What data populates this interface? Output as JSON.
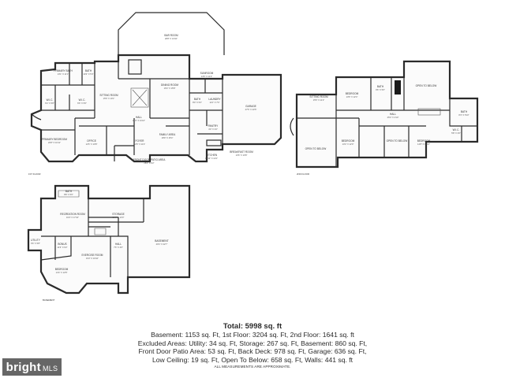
{
  "floors": {
    "first": {
      "label": "1ST FLOOR",
      "rooms": [
        {
          "name": "BAR ROOM",
          "dims": "28'8\" X 13'10\""
        },
        {
          "name": "PRIMARY BATH",
          "dims": "13'1\" X 11'1\""
        },
        {
          "name": "BATH",
          "dims": "10'2\" X 5'4\""
        },
        {
          "name": "W.I.C.",
          "dims": "6'4\" X 5'8\""
        },
        {
          "name": "W.I.C.",
          "dims": "6'6\" X 5'6\""
        },
        {
          "name": "SITTING ROOM",
          "dims": "15'6\" X 10'1\""
        },
        {
          "name": "DINING ROOM",
          "dims": "16'4\" X 15'8\""
        },
        {
          "name": "SUNROOM",
          "dims": "14'5\" X 11'4\""
        },
        {
          "name": "BATH",
          "dims": "8'0\" X 5'2\""
        },
        {
          "name": "LAUNDRY",
          "dims": "11'2\" X 7'0\""
        },
        {
          "name": "GARAGE",
          "dims": "27'6\" X 23'5\""
        },
        {
          "name": "HALL",
          "dims": "21'6\" X 11'10\""
        },
        {
          "name": "PRIMARY BEDROOM",
          "dims": "20'8\" X 16'11\""
        },
        {
          "name": "OFFICE",
          "dims": "12'6\" X 10'8\""
        },
        {
          "name": "FOYER",
          "dims": "12'6\" X 11'4\""
        },
        {
          "name": "FAMILY AREA",
          "dims": "18'9\" X 15'4\""
        },
        {
          "name": "PANTRY",
          "dims": "4'0\" X 3'2\""
        },
        {
          "name": "BREAKFAST ROOM",
          "dims": "13'6\" X 10'8\""
        },
        {
          "name": "KITCHEN",
          "dims": "17'10\" X 14'2\""
        },
        {
          "name": "FRONT DOOR PATIO AREA",
          "dims": "28'4\" X 9'2\""
        }
      ]
    },
    "second": {
      "label": "2ND FLOOR",
      "rooms": [
        {
          "name": "BEDROOM",
          "dims": "13'6\" X 12'4\""
        },
        {
          "name": "BATH",
          "dims": "9'6\" X 5'0\""
        },
        {
          "name": "OPEN TO BELOW",
          "dims": ""
        },
        {
          "name": "SITTING ROOM",
          "dims": "15'6\" X 11'2\""
        },
        {
          "name": "HALL",
          "dims": "25'4\" X 4'10\""
        },
        {
          "name": "BATH",
          "dims": "8'4\" X 5'10\""
        },
        {
          "name": "W.I.C.",
          "dims": "5'8\" X 3'6\""
        },
        {
          "name": "OPEN TO BELOW",
          "dims": ""
        },
        {
          "name": "BEDROOM",
          "dims": "13'4\" X 12'9\""
        },
        {
          "name": "OPEN TO BELOW",
          "dims": ""
        },
        {
          "name": "BEDROOM",
          "dims": "14'8\" X 11'10\""
        }
      ]
    },
    "basement": {
      "label": "BASEMENT",
      "rooms": [
        {
          "name": "BATH",
          "dims": "8'8\" X 5'0\""
        },
        {
          "name": "RECREATION ROOM",
          "dims": "19'4\" X 17'10\""
        },
        {
          "name": "STORAGE",
          "dims": "20'7\" X 13'0\""
        },
        {
          "name": "UTILITY",
          "dims": "6'6\" X 5'8\""
        },
        {
          "name": "BONUS",
          "dims": "14'3\" X 9'2\""
        },
        {
          "name": "EXERCISE ROOM",
          "dims": "15'2\" X 10'10\""
        },
        {
          "name": "HALL",
          "dims": "7'6\" X 4'0\""
        },
        {
          "name": "BASEMENT",
          "dims": "40'4\" X 22'7\""
        },
        {
          "name": "BEDROOM",
          "dims": "14'4\" X 12'8\""
        }
      ]
    }
  },
  "summary": {
    "total": "Total: 5998 sq. ft",
    "line1": "Basement: 1153 sq. Ft, 1st Floor: 3204 sq. Ft, 2nd Floor: 1641 sq. ft",
    "line2": "Excluded Areas: Utility: 34 sq. Ft, Storage: 267 sq. Ft, Basement: 860 sq. Ft,",
    "line3": "Front Door Patio Area: 53 sq. Ft, Back Deck: 978 sq. Ft, Garage: 636 sq. Ft,",
    "line4": "Low Ceiling: 19 sq. Ft, Open To Below: 658 sq. Ft, Walls: 441 sq. ft",
    "note": "ALL MEASUREMENTS ARE APPROXIMATE."
  },
  "logo": {
    "text": "bright",
    "suffix": "MLS"
  }
}
